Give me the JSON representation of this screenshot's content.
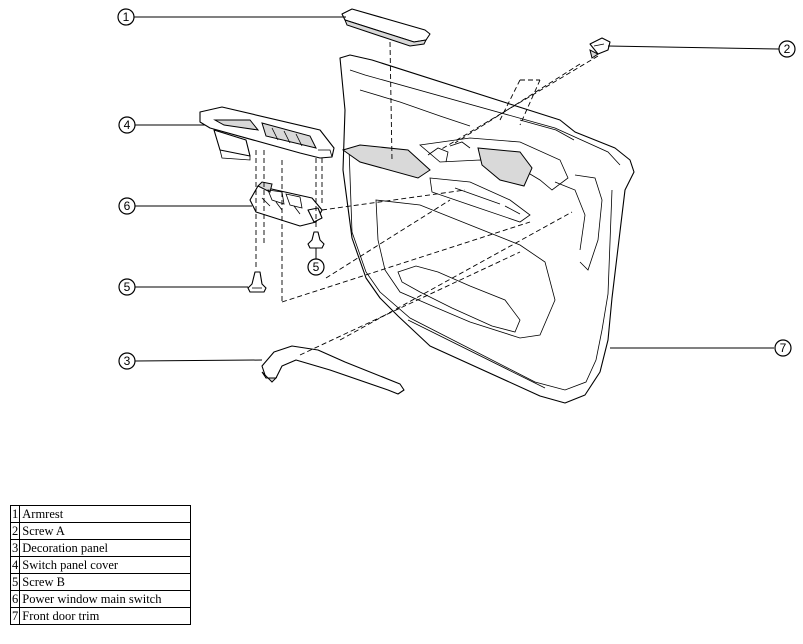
{
  "callouts": {
    "c1": "1",
    "c2": "2",
    "c3": "3",
    "c4": "4",
    "c5a": "5",
    "c5b": "5",
    "c6": "6",
    "c7": "7"
  },
  "legend": [
    {
      "num": "1",
      "name": "Armrest"
    },
    {
      "num": "2",
      "name": "Screw A"
    },
    {
      "num": "3",
      "name": "Decoration panel"
    },
    {
      "num": "4",
      "name": "Switch panel cover"
    },
    {
      "num": "5",
      "name": "Screw B"
    },
    {
      "num": "6",
      "name": "Power window main switch"
    },
    {
      "num": "7",
      "name": "Front door trim"
    }
  ]
}
